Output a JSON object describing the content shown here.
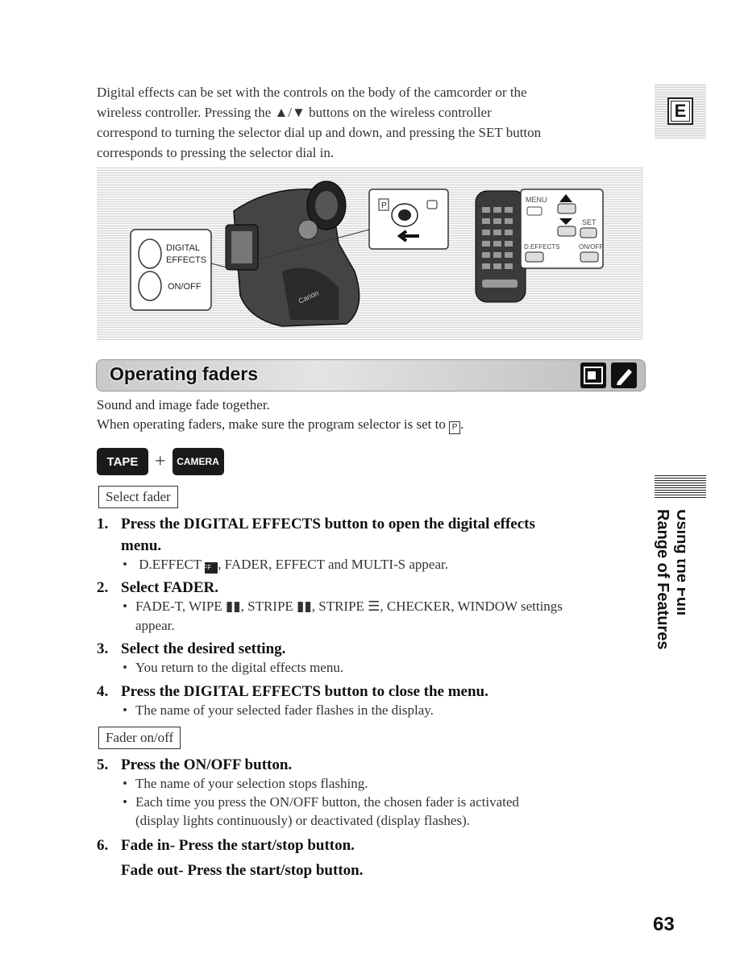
{
  "intro": {
    "line1": "Digital effects can be set with the controls on the body of the camcorder or the",
    "line2": "wireless controller. Pressing the ▲/▼ buttons on the wireless controller",
    "line3": "correspond to turning the selector dial up and down, and pressing the SET button",
    "line4": "corresponds to pressing the selector dial in."
  },
  "lang_tab": "E",
  "figure": {
    "callout_digital": "DIGITAL",
    "callout_effects": "EFFECTS",
    "callout_onoff": "ON/OFF",
    "selector_p": "P",
    "remote_menu": "MENU",
    "remote_set": "SET",
    "remote_effects": "D.EFFECTS",
    "remote_onoff": "ON/OFF",
    "brand": "Canon"
  },
  "section": {
    "title": "Operating faders"
  },
  "body": {
    "line1": "Sound and image fade together.",
    "line2a": "When operating faders, make sure the program selector is set to",
    "line2_p": "P",
    "line2b": "."
  },
  "mode": {
    "tape": "TAPE",
    "plus": "+",
    "camera": "CAMERA"
  },
  "box1": "Select fader",
  "box2": "Fader on/off",
  "steps": [
    {
      "num": "1.",
      "title_line1": "Press the DIGITAL EFFECTS button to open the digital effects",
      "title_line2": "menu.",
      "bullets": [
        "D.EFFECT",
        ", FADER, EFFECT and MULTI-S appear."
      ],
      "icon_off": "OFF"
    },
    {
      "num": "2.",
      "title_line1": "Select FADER.",
      "bullets": [
        "FADE-T, WIPE ▮▮, STRIPE ▮▮, STRIPE ☰, CHECKER, WINDOW settings",
        "appear."
      ]
    },
    {
      "num": "3.",
      "title_line1": "Select the desired setting.",
      "bullets": [
        "You return to the digital effects menu."
      ]
    },
    {
      "num": "4.",
      "title_line1": "Press the DIGITAL EFFECTS button to close the menu.",
      "bullets": [
        "The name of your selected fader flashes in the display."
      ]
    },
    {
      "num": "5.",
      "title_line1": "Press the ON/OFF button.",
      "bullets": [
        "The name of your selection stops flashing.",
        "Each time you press the ON/OFF button, the chosen fader is activated",
        "(display lights continuously) or deactivated (display flashes)."
      ]
    },
    {
      "num": "6.",
      "title_line1": "Fade in- Press the start/stop button.",
      "title_line2": "Fade out- Press the start/stop button."
    }
  ],
  "side_label": {
    "line1": "Using the Full",
    "line2": "Range of Features"
  },
  "page_number": "63"
}
